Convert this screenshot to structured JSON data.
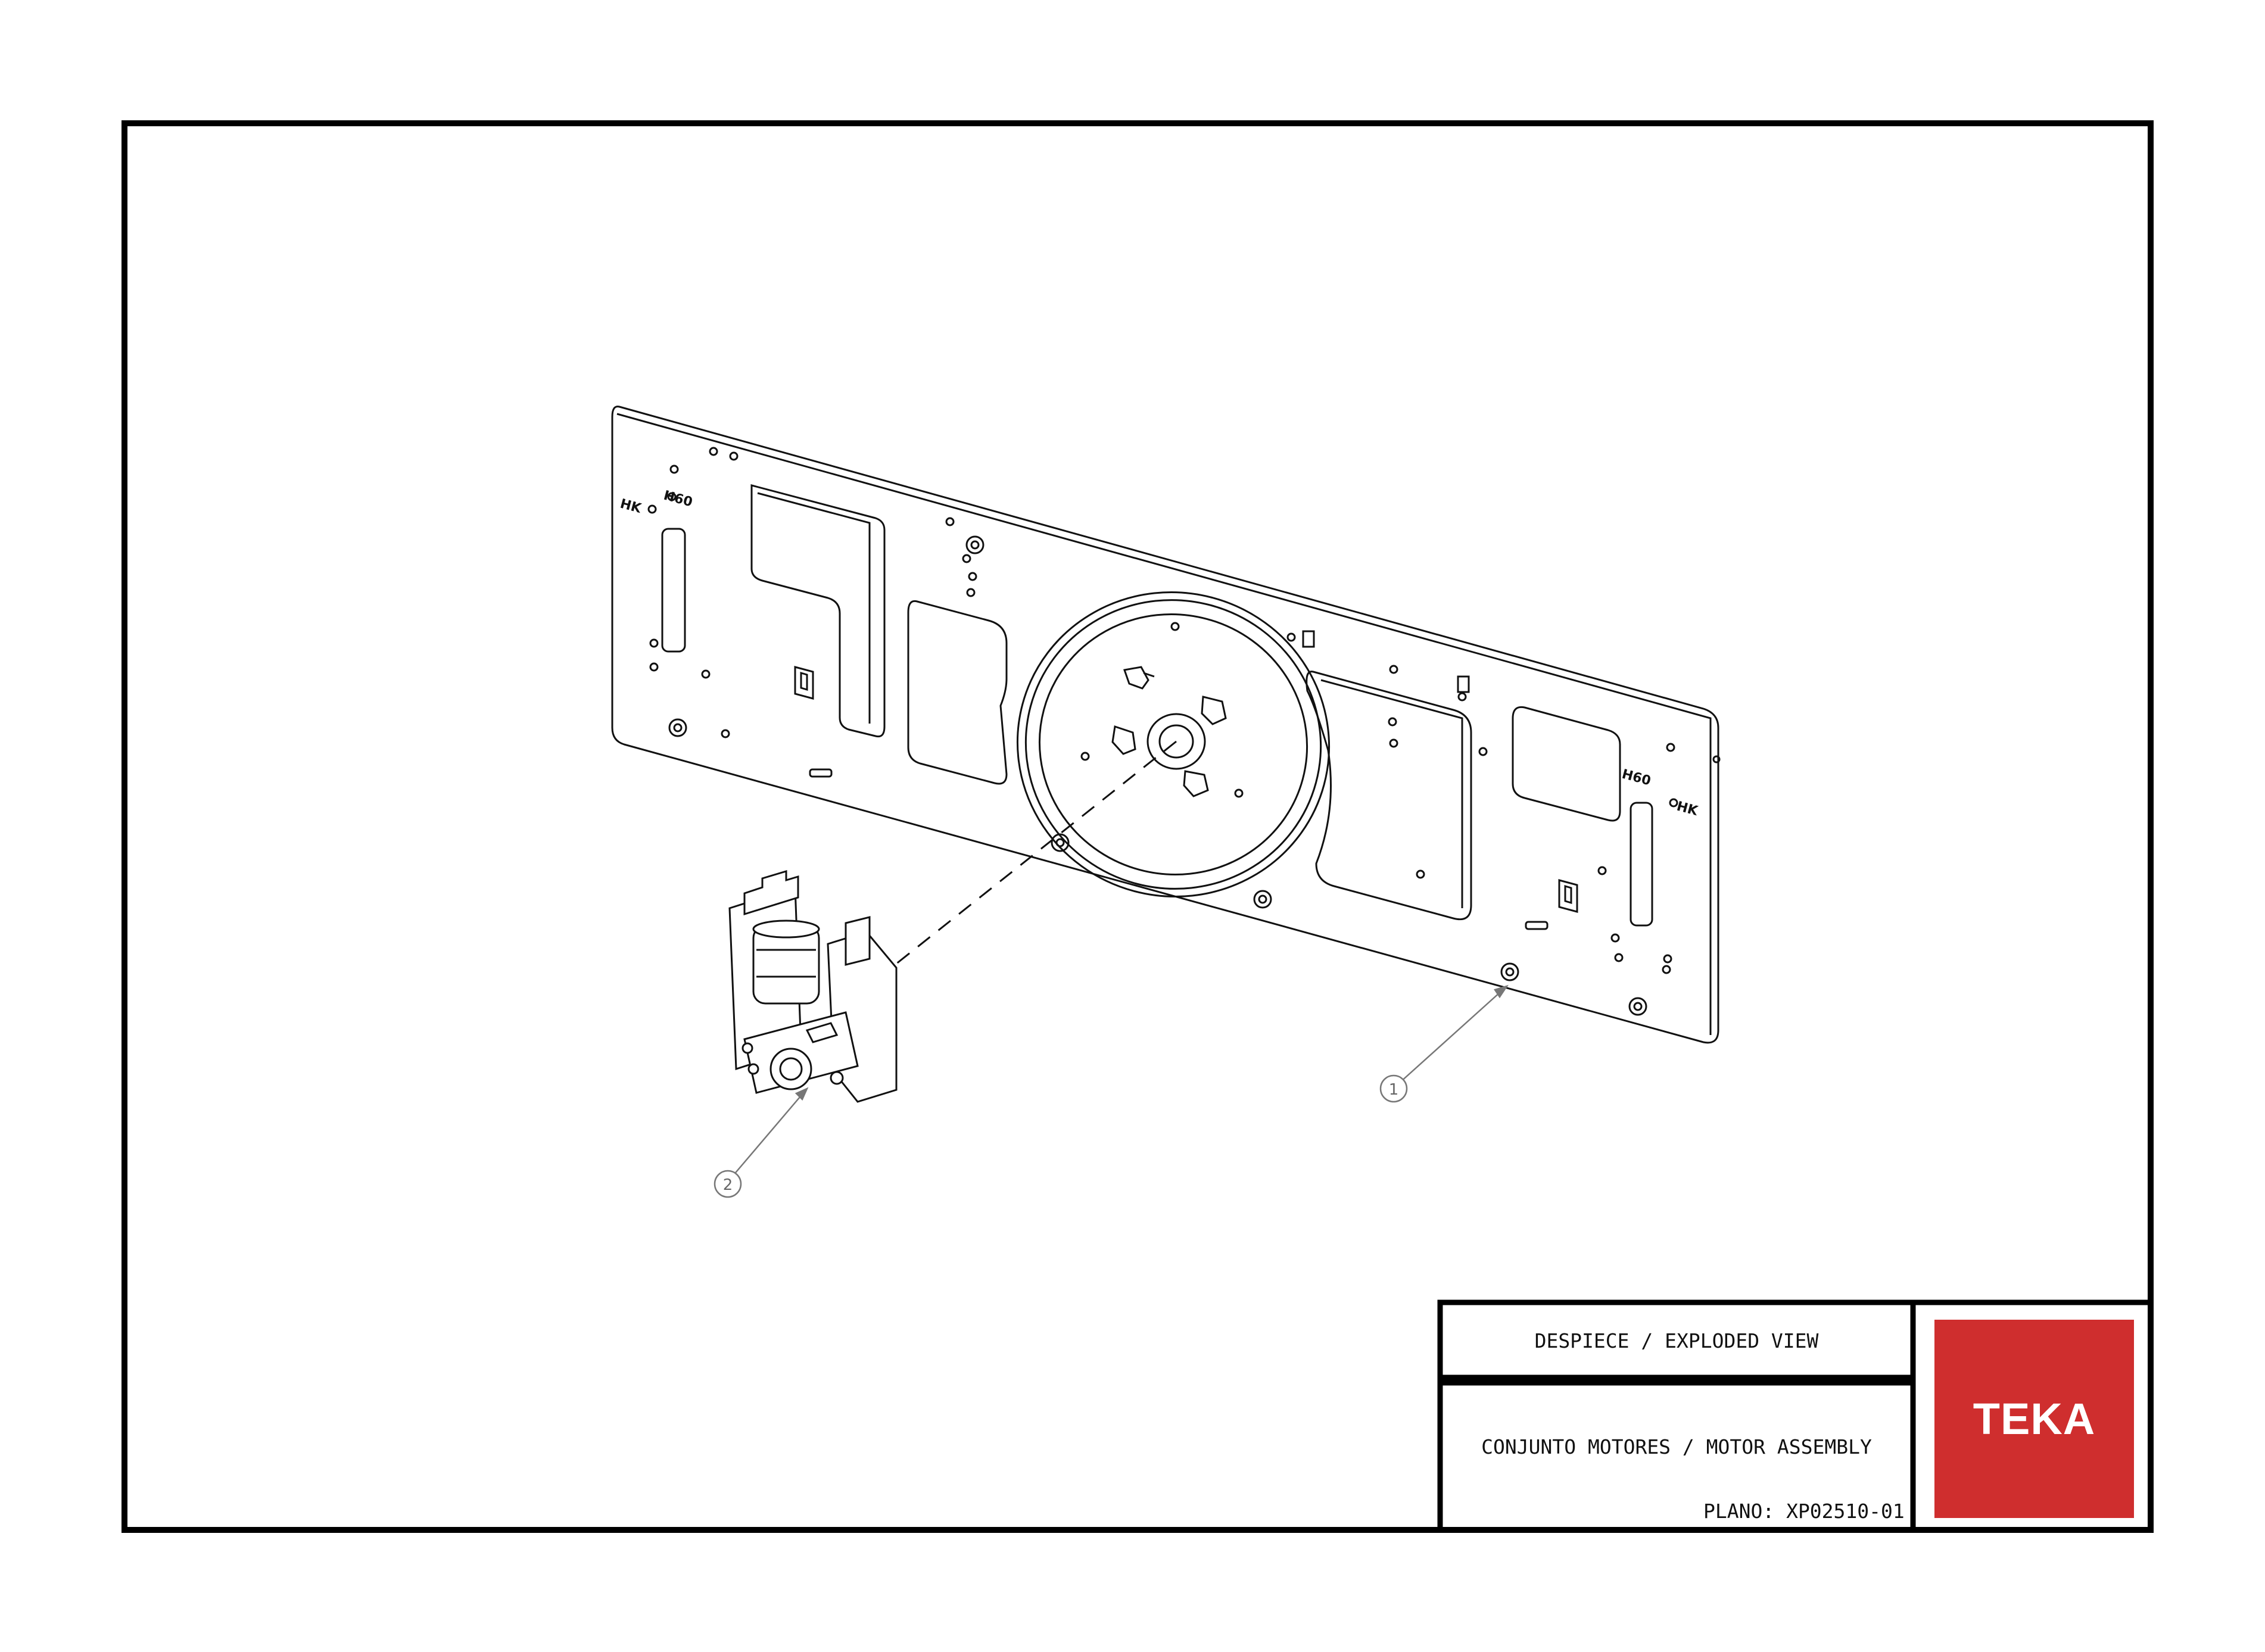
{
  "title_block": {
    "view_title": "DESPIECE / EXPLODED VIEW",
    "assembly_title": "CONJUNTO MOTORES / MOTOR ASSEMBLY",
    "plan_number": "PLANO: XP02510-01",
    "brand": "TEKA",
    "brand_color": "#cf2e2e"
  },
  "callouts": [
    {
      "number": "1",
      "part": "plate"
    },
    {
      "number": "2",
      "part": "motor"
    }
  ],
  "plate_labels": {
    "left_hk": "HK",
    "left_h60": "H60",
    "right_h60": "H60",
    "right_hk": "HK"
  }
}
